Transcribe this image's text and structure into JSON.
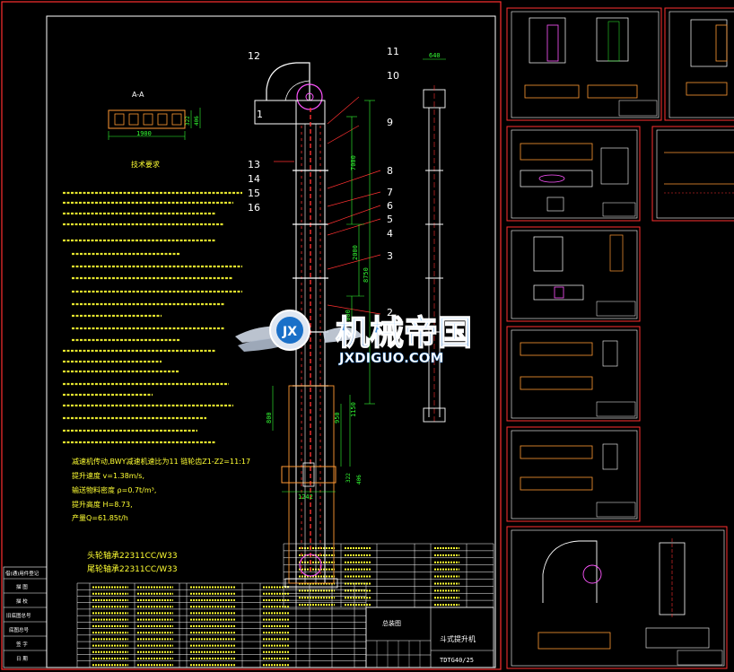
{
  "colors": {
    "background": "#000000",
    "frame": "#ffffff",
    "sheet_border": "#ff3030",
    "text_yellow": "#ffff33",
    "dimension_green": "#33ff33",
    "section_orange": "#ff9933",
    "magenta": "#ff55ff",
    "cyan": "#66ccff",
    "watermark_blue": "#1a70c8"
  },
  "main_sheet": {
    "section_label": "A-A",
    "section_width": "1900",
    "section_dims": [
      "322",
      "406"
    ],
    "top_dim": "640",
    "height_dims": [
      "7000",
      "2000",
      "1000",
      "8750",
      "800",
      "950",
      "1150"
    ],
    "bottom_dims": [
      "1242",
      "322",
      "406"
    ],
    "part_numbers": [
      "12",
      "11",
      "10",
      "9",
      "13",
      "14",
      "15",
      "16",
      "8",
      "7",
      "6",
      "5",
      "4",
      "3",
      "2",
      "1"
    ],
    "tech_title": "技术要求",
    "param_lines": [
      "减速机传动,BWY减速机速比为11   链轮齿Z1-Z2=11:17",
      "提升速度 v=1.38m/s,",
      "输送物料密度 ρ=0.7t/m³,",
      "提升高度 H=8.73,",
      "产量Q=61.85t/h"
    ],
    "bearing_lines": [
      "头轮轴承22311CC/W33",
      "尾轮轴承22311CC/W33"
    ],
    "left_labels": [
      "借(通)用件登记",
      "描 图",
      "描 校",
      "旧底图总号",
      "底图总号",
      "签 字",
      "日 期"
    ],
    "title_block": {
      "name": "斗式提升机",
      "drawing_no": "TDTG40/25",
      "label": "总装图"
    }
  },
  "watermark": {
    "badge": "JX",
    "title": "机械帝国",
    "url": "JXDIGUO.COM"
  }
}
